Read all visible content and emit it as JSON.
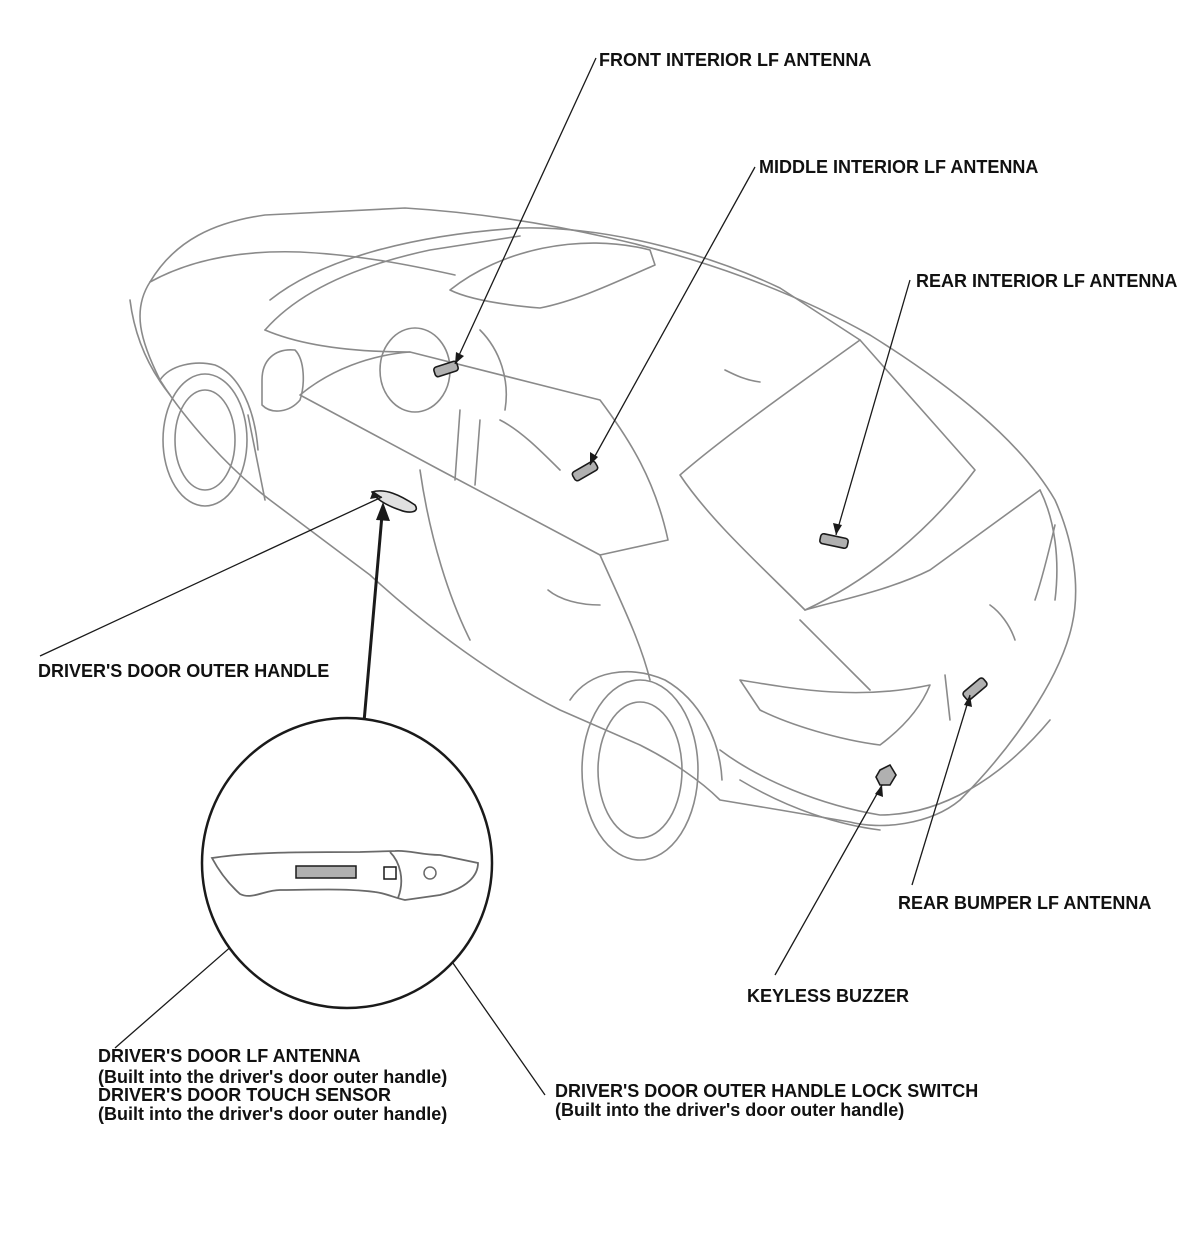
{
  "labels": {
    "front_interior": "FRONT INTERIOR LF ANTENNA",
    "middle_interior": "MIDDLE INTERIOR LF ANTENNA",
    "rear_interior": "REAR INTERIOR LF ANTENNA",
    "drivers_door_outer_handle": "DRIVER'S DOOR OUTER HANDLE",
    "rear_bumper": "REAR BUMPER LF ANTENNA",
    "keyless_buzzer": "KEYLESS BUZZER",
    "drivers_door_lf_antenna": "DRIVER'S DOOR LF ANTENNA",
    "drivers_door_lf_antenna_note": "(Built into the driver's door outer handle)",
    "drivers_door_touch_sensor": "DRIVER'S DOOR TOUCH SENSOR",
    "drivers_door_touch_sensor_note": "(Built into the driver's door outer handle)",
    "lock_switch": "DRIVER'S DOOR OUTER HANDLE LOCK SWITCH",
    "lock_switch_note": "(Built into the driver's door outer handle)"
  },
  "colors": {
    "line": "#1a1a1a",
    "car_line": "#8a8a8a",
    "part_fill": "#b0b0b0"
  }
}
